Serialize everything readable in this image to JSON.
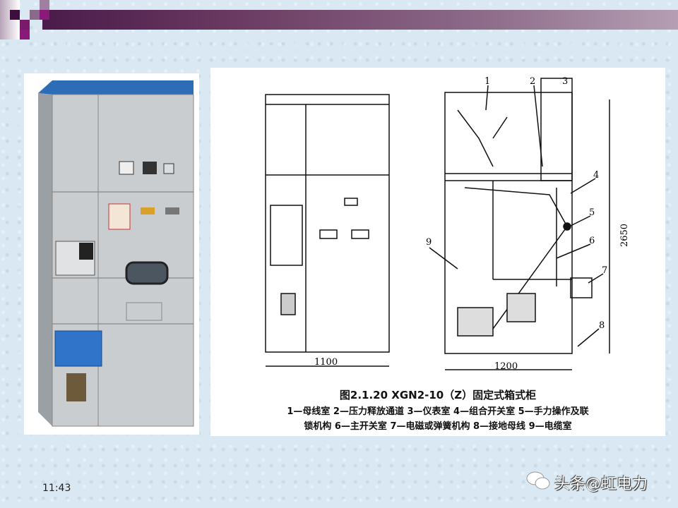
{
  "slide": {
    "time": "11:43",
    "watermark": "头条@虹电力",
    "accent_color": "#6a2a6a"
  },
  "photo": {
    "description_label": ""
  },
  "diagram": {
    "part_labels": [
      "1",
      "2",
      "3",
      "4",
      "5",
      "6",
      "7",
      "8",
      "9"
    ],
    "dimensions": {
      "width_left": "1100",
      "width_right": "1200",
      "height": "2650"
    },
    "caption_title": "图2.1.20  XGN2-10（Z）固定式箱式柜",
    "legend_line1": "1—母线室   2—压力释放通道   3—仪表室   4—组合开关室   5—手力操作及联",
    "legend_line2": "锁机构   6—主开关室   7—电磁或弹簧机构   8—接地母线   9—电缆室"
  }
}
